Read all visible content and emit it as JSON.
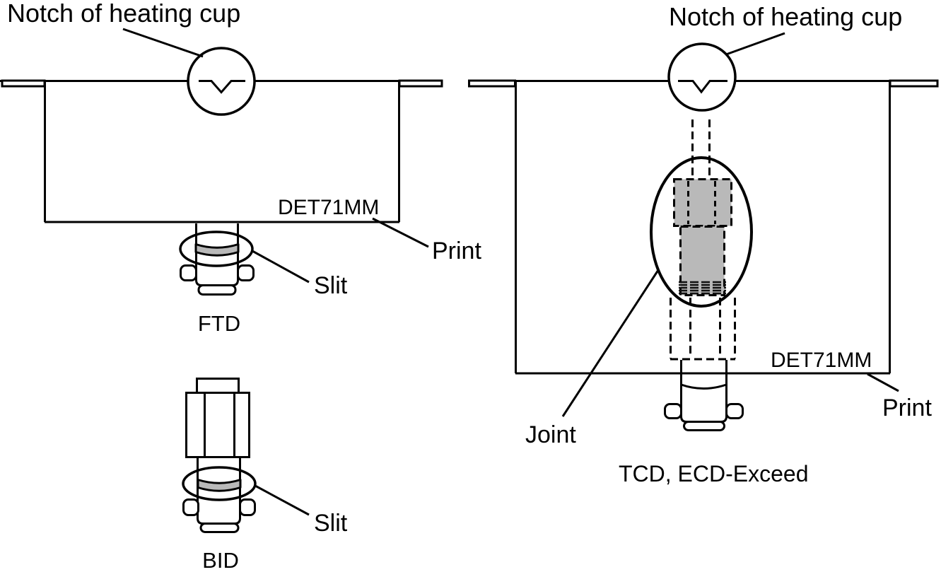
{
  "figure": {
    "background_color": "#ffffff",
    "line_color": "#000000",
    "detail_fill_color": "#b9b9b9",
    "left_view": {
      "notch_label": "Notch of heating cup",
      "print_code": "DET71MM",
      "print_label": "Print",
      "slit_label": "Slit",
      "detector_caption": "FTD"
    },
    "bottom_left_view": {
      "detector_caption": "BID",
      "slit_label": "Slit"
    },
    "right_view": {
      "notch_label": "Notch of heating cup",
      "print_code": "DET71MM",
      "print_label": "Print",
      "joint_label": "Joint",
      "detector_caption": "TCD, ECD-Exceed"
    }
  }
}
